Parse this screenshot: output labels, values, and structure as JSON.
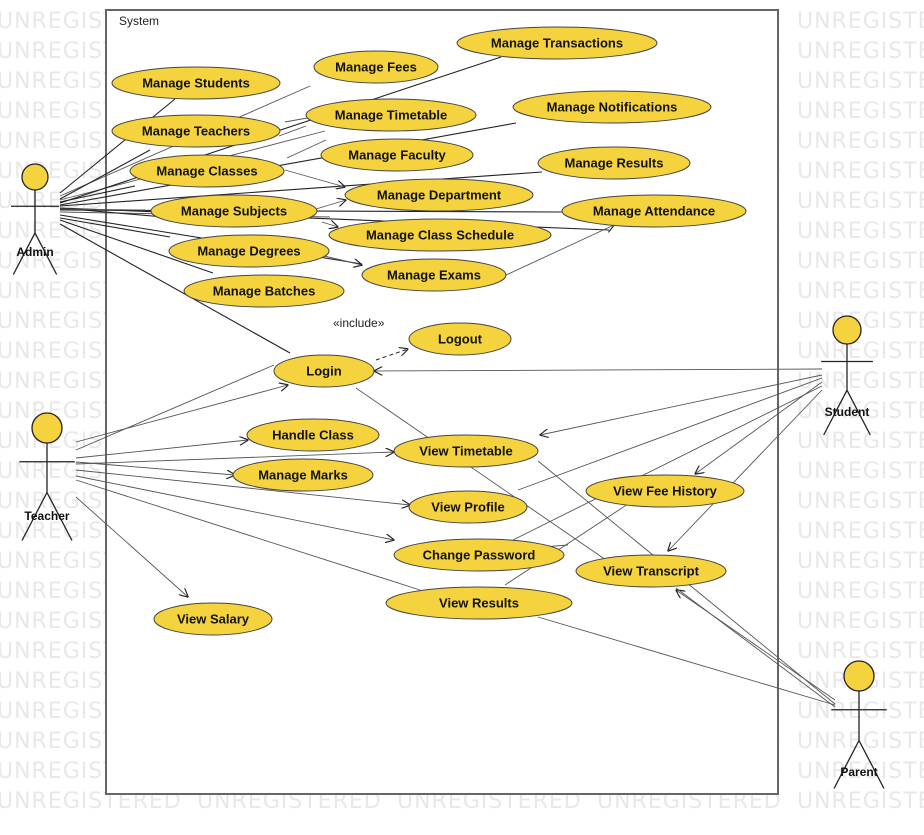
{
  "diagram_data": {
    "watermark": "UNREGISTERED",
    "system_label": "System",
    "include_label": "«include»",
    "actors": [
      {
        "id": "admin",
        "label": "Admin"
      },
      {
        "id": "teacher",
        "label": "Teacher"
      },
      {
        "id": "student",
        "label": "Student"
      },
      {
        "id": "parent",
        "label": "Parent"
      }
    ],
    "use_cases": [
      {
        "id": "manage-transactions",
        "label": "Manage Transactions"
      },
      {
        "id": "manage-fees",
        "label": "Manage Fees"
      },
      {
        "id": "manage-students",
        "label": "Manage Students"
      },
      {
        "id": "manage-notifications",
        "label": "Manage Notifications"
      },
      {
        "id": "manage-timetable",
        "label": "Manage Timetable"
      },
      {
        "id": "manage-teachers",
        "label": "Manage Teachers"
      },
      {
        "id": "manage-faculty",
        "label": "Manage Faculty"
      },
      {
        "id": "manage-results",
        "label": "Manage Results"
      },
      {
        "id": "manage-classes",
        "label": "Manage Classes"
      },
      {
        "id": "manage-department",
        "label": "Manage Department"
      },
      {
        "id": "manage-subjects",
        "label": "Manage Subjects"
      },
      {
        "id": "manage-attendance",
        "label": "Manage Attendance"
      },
      {
        "id": "manage-class-schedule",
        "label": "Manage Class Schedule"
      },
      {
        "id": "manage-degrees",
        "label": "Manage Degrees"
      },
      {
        "id": "manage-exams",
        "label": "Manage Exams"
      },
      {
        "id": "manage-batches",
        "label": "Manage Batches"
      },
      {
        "id": "logout",
        "label": "Logout"
      },
      {
        "id": "login",
        "label": "Login"
      },
      {
        "id": "handle-class",
        "label": "Handle Class"
      },
      {
        "id": "view-timetable",
        "label": "View Timetable"
      },
      {
        "id": "manage-marks",
        "label": "Manage Marks"
      },
      {
        "id": "view-fee-history",
        "label": "View Fee History"
      },
      {
        "id": "view-profile",
        "label": "View Profile"
      },
      {
        "id": "change-password",
        "label": "Change Password"
      },
      {
        "id": "view-transcript",
        "label": "View Transcript"
      },
      {
        "id": "view-results",
        "label": "View Results"
      },
      {
        "id": "view-salary",
        "label": "View Salary"
      }
    ]
  }
}
